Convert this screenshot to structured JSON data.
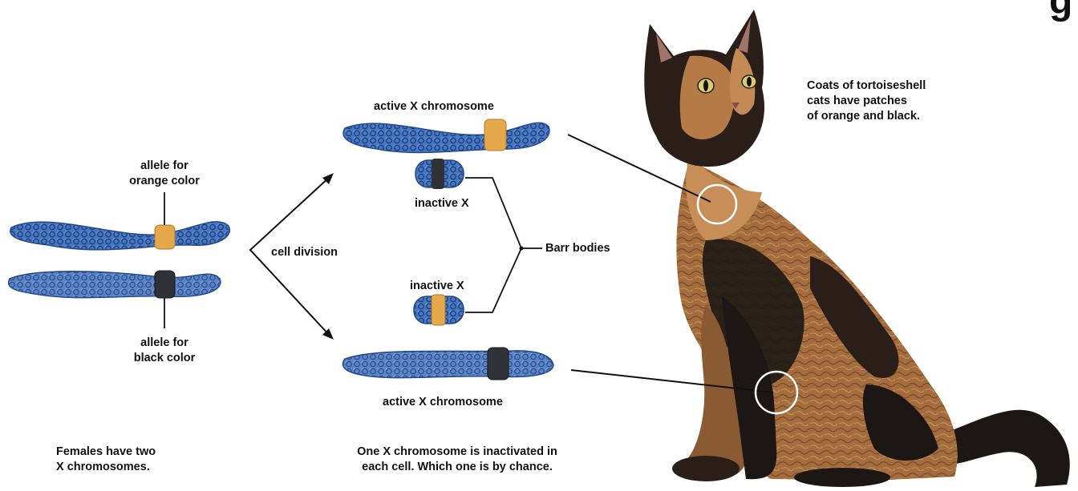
{
  "labels": {
    "allele_orange_1": "allele for",
    "allele_orange_2": "orange color",
    "allele_black_1": "allele for",
    "allele_black_2": "black color",
    "cell_division": "cell division",
    "active_x_top": "active X chromosome",
    "inactive_x_top": "inactive X",
    "inactive_x_bottom": "inactive X",
    "active_x_bottom": "active X chromosome",
    "barr_bodies": "Barr bodies",
    "cat_caption_1": "Coats of tortoiseshell",
    "cat_caption_2": "cats have patches",
    "cat_caption_3": "of orange and black.",
    "females_caption_1": "Females have two",
    "females_caption_2": "X chromosomes.",
    "inactivated_caption_1": "One X chromosome is inactivated in",
    "inactivated_caption_2": "each cell. Which one is by chance.",
    "corner_letter": "g"
  },
  "colors": {
    "chromosome_blue": "#3f6fb8",
    "chromosome_dark_blue": "#1f3f7c",
    "orange_band": "#e5a94b",
    "black_band": "#2f3338",
    "cat_orange": "#b57a45",
    "cat_black": "#1c1714",
    "line": "#111111"
  }
}
